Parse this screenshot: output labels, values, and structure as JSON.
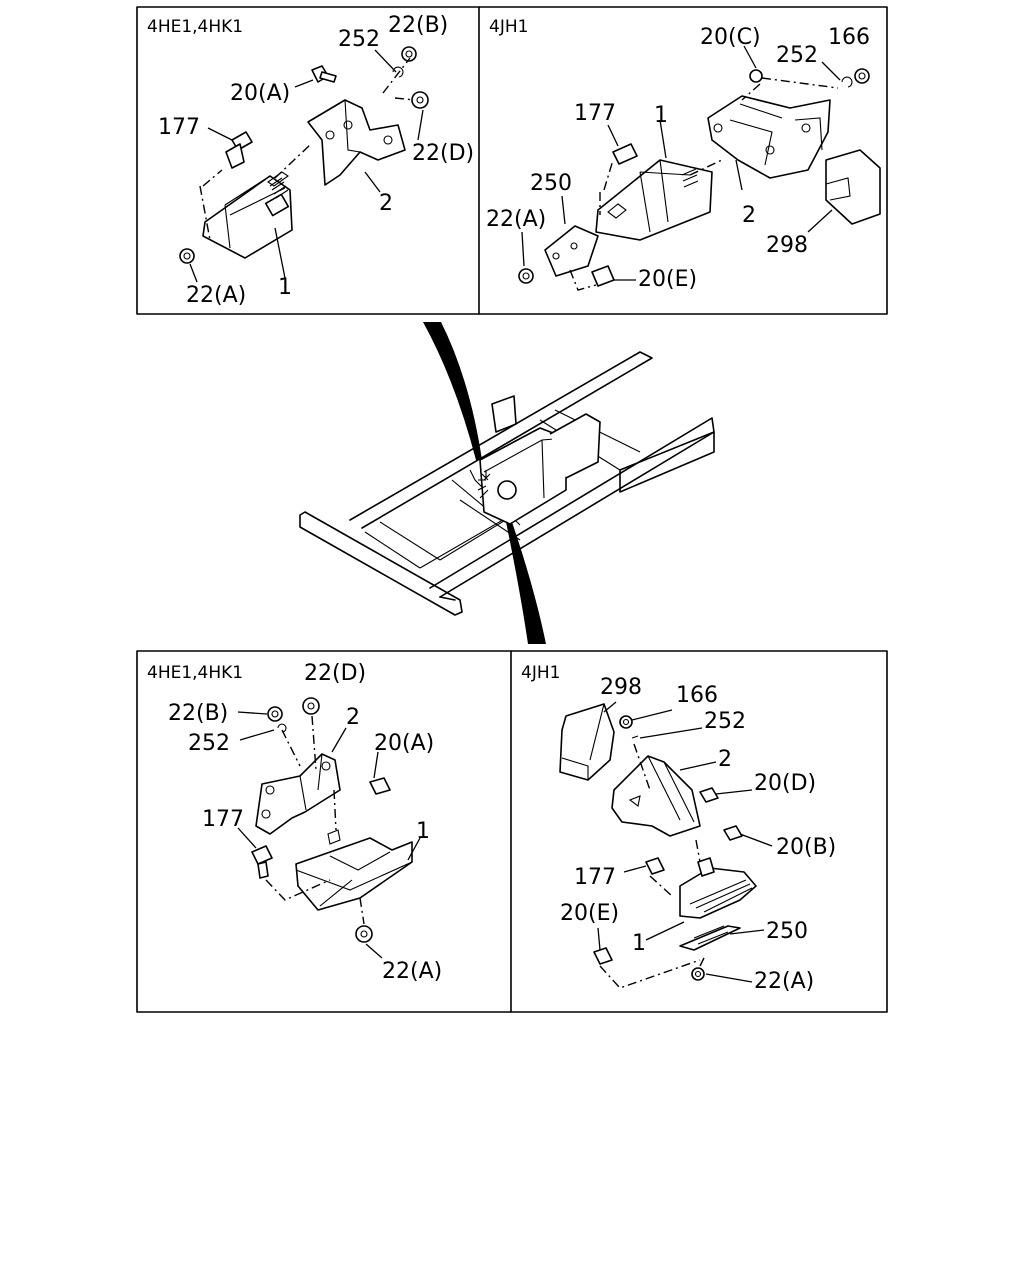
{
  "panels": {
    "top_left": {
      "header": "4HE1,4HK1"
    },
    "top_right": {
      "header": "4JH1"
    },
    "bottom_left": {
      "header": "4HE1,4HK1"
    },
    "bottom_right": {
      "header": "4JH1"
    }
  },
  "callouts": {
    "top_left": {
      "c252": "252",
      "c22b": "22(B)",
      "c20a": "20(A)",
      "c177": "177",
      "c22d": "22(D)",
      "c2": "2",
      "c22a": "22(A)",
      "c1": "1"
    },
    "top_right": {
      "c20c": "20(C)",
      "c252": "252",
      "c166": "166",
      "c177": "177",
      "c1": "1",
      "c250": "250",
      "c22a": "22(A)",
      "c2": "2",
      "c298": "298",
      "c20e": "20(E)"
    },
    "bottom_left": {
      "c22d": "22(D)",
      "c22b": "22(B)",
      "c2": "2",
      "c252": "252",
      "c20a": "20(A)",
      "c177": "177",
      "c1": "1",
      "c22a": "22(A)"
    },
    "bottom_right": {
      "c298": "298",
      "c166": "166",
      "c252": "252",
      "c2": "2",
      "c20d": "20(D)",
      "c20b": "20(B)",
      "c177": "177",
      "c20e": "20(E)",
      "c250": "250",
      "c1": "1",
      "c22a": "22(A)"
    }
  },
  "icons": {
    "frame": "chassis-frame-illustration"
  }
}
